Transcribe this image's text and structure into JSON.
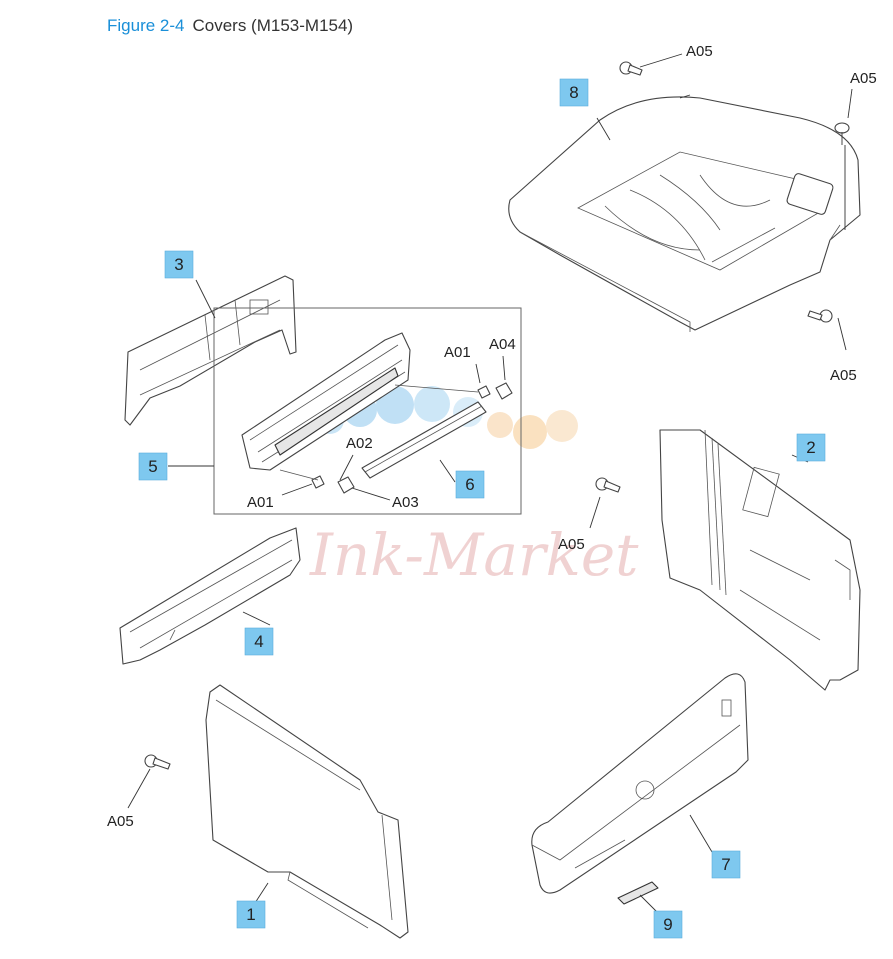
{
  "caption": {
    "figure": "Figure 2-4",
    "title": "Covers (M153-M154)"
  },
  "watermark": "Ink-Market",
  "callouts": {
    "c1": "1",
    "c2": "2",
    "c3": "3",
    "c4": "4",
    "c5": "5",
    "c6": "6",
    "c7": "7",
    "c8": "8",
    "c9": "9"
  },
  "labels": {
    "a05_top": "A05",
    "a05_topright": "A05",
    "a05_right": "A05",
    "a05_mid": "A05",
    "a05_left": "A05",
    "a01_top": "A01",
    "a04": "A04",
    "a02": "A02",
    "a01_bottom": "A01",
    "a03": "A03"
  },
  "colors": {
    "callout_fill": "#7ec8ef",
    "figure_label": "#1a8fd8"
  }
}
